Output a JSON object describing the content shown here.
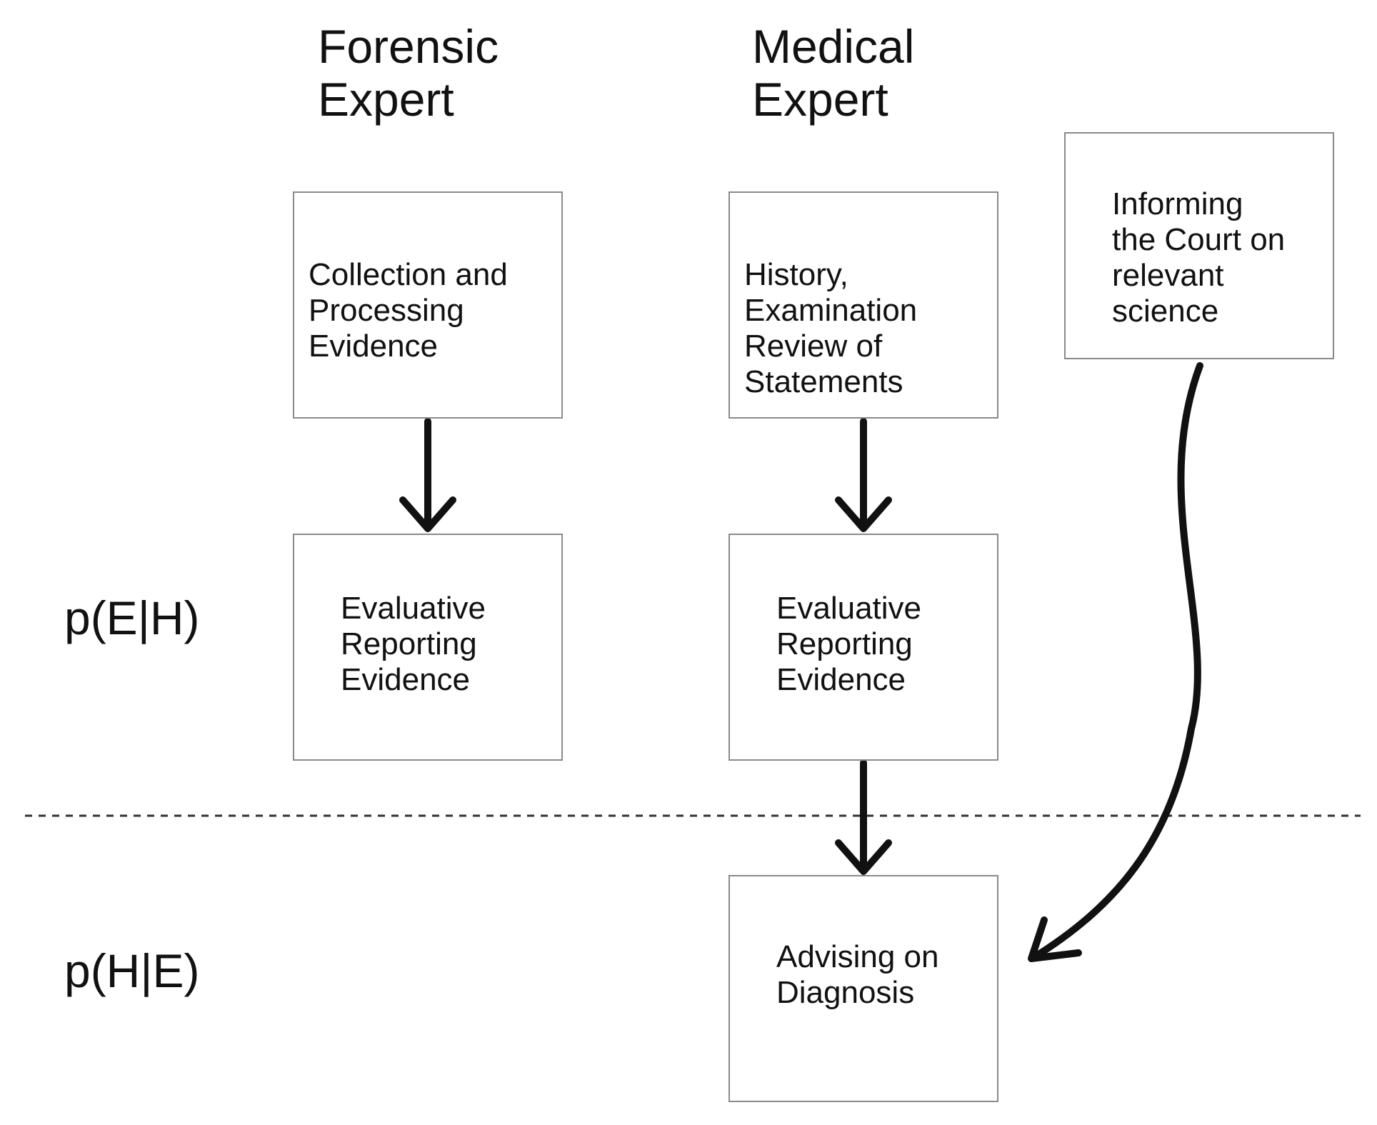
{
  "headings": {
    "forensic": "Forensic\nExpert",
    "medical": "Medical\nExpert"
  },
  "levels": {
    "likelihood": "p(E|H)",
    "posterior": "p(H|E)"
  },
  "boxes": {
    "forensic_collection": "Collection and\nProcessing\nEvidence",
    "forensic_evaluative": "Evaluative\nReporting\nEvidence",
    "medical_history": "History,\nExamination\nReview of\nStatements",
    "medical_evaluative": "Evaluative\nReporting\nEvidence",
    "medical_diagnosis": "Advising on\nDiagnosis",
    "court_science": "Informing\nthe Court on\nrelevant\nscience"
  },
  "colors": {
    "ink": "#111111",
    "box_border": "#8a8a8a",
    "divider": "#333333"
  }
}
